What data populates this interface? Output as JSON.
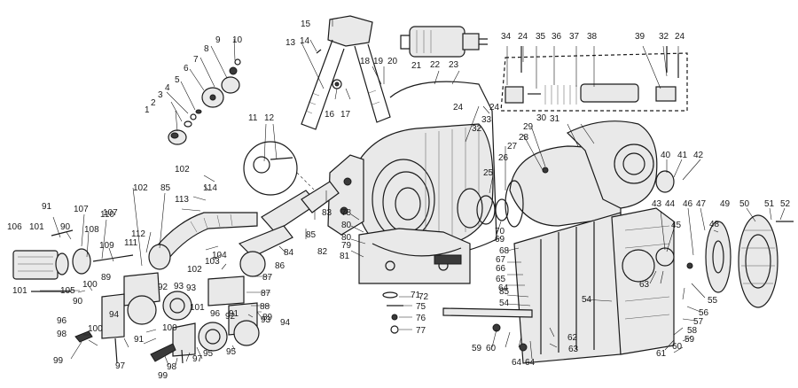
{
  "part_numbers": [
    "1",
    "2",
    "3",
    "4",
    "5",
    "6",
    "7",
    "8",
    "9",
    "10",
    "11",
    "12",
    "13",
    "14",
    "15",
    "16",
    "17",
    "18",
    "19",
    "20",
    "21",
    "22",
    "23",
    "24",
    "24",
    "24",
    "24",
    "25",
    "26",
    "27",
    "28",
    "29",
    "30",
    "31",
    "32",
    "32",
    "33",
    "34",
    "35",
    "36",
    "37",
    "38",
    "39",
    "40",
    "41",
    "42",
    "43",
    "44",
    "45",
    "46",
    "47",
    "48",
    "49",
    "50",
    "51",
    "52",
    "54",
    "54",
    "55",
    "56",
    "57",
    "58",
    "59",
    "59",
    "60",
    "60",
    "61",
    "62",
    "63",
    "63",
    "64",
    "64",
    "64",
    "65",
    "66",
    "67",
    "68",
    "69",
    "70",
    "71",
    "72",
    "75",
    "76",
    "77",
    "78",
    "79",
    "80",
    "80",
    "81",
    "82",
    "83",
    "84",
    "85",
    "85",
    "85",
    "86",
    "87",
    "87",
    "88",
    "89",
    "89",
    "90",
    "90",
    "91",
    "91",
    "91",
    "92",
    "92",
    "93",
    "93",
    "93",
    "94",
    "94",
    "95",
    "95",
    "96",
    "96",
    "97",
    "97",
    "98",
    "98",
    "99",
    "99",
    "100",
    "100",
    "100",
    "101",
    "101",
    "101",
    "102",
    "102",
    "102",
    "103",
    "104",
    "105",
    "106",
    "107",
    "107",
    "108",
    "109",
    "110",
    "111",
    "112",
    "113",
    "114"
  ]
}
